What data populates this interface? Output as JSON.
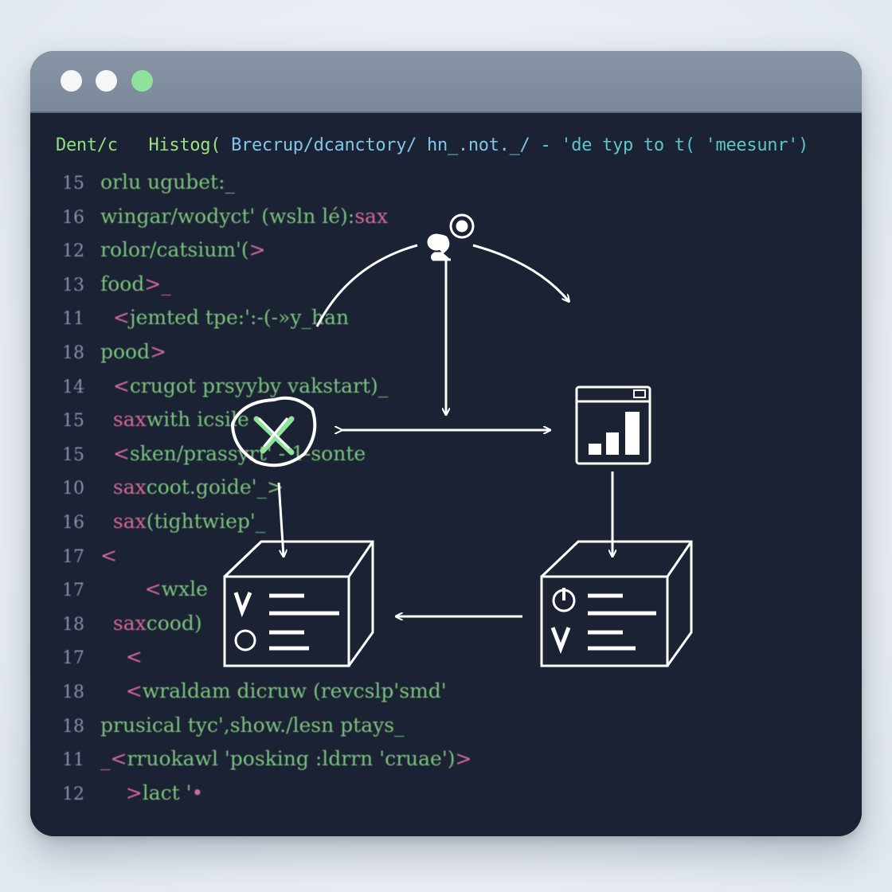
{
  "window": {
    "controls": [
      {
        "name": "close-button",
        "color": "#f4f6f8"
      },
      {
        "name": "minimize-button",
        "color": "#f4f6f8"
      },
      {
        "name": "maximize-button",
        "color": "#8ee29a"
      }
    ]
  },
  "editor": {
    "header": {
      "part1": "Dent/c",
      "part2": "Histog(",
      "part3": "Brecrup/dcanctory/ hn_.not._/ -",
      "part4": "'de typ to t( 'meesunr')"
    },
    "lines": [
      {
        "num": "15",
        "pre": "",
        "text": "orlu ugubet:_",
        "tail": ""
      },
      {
        "num": "16",
        "pre": "",
        "text": "wingar/wodyct' (wsln lé):",
        "tail": "sax"
      },
      {
        "num": "12",
        "pre": "",
        "text": "rolor/catsium'(",
        "tail": ">"
      },
      {
        "num": "13",
        "pre": "",
        "text": "food",
        "tail": ">_"
      },
      {
        "num": "11",
        "pre": "  <",
        "text": "jemted tpe:':-(-»y_han",
        "tail": ""
      },
      {
        "num": "18",
        "pre": "",
        "text": "pood",
        "tail": ">"
      },
      {
        "num": "14",
        "pre": "  <",
        "text": "crugot prsyyby vakstart)_",
        "tail": ""
      },
      {
        "num": "15",
        "pre": "  sax",
        "text": "with icsile",
        "tail": ""
      },
      {
        "num": "15",
        "pre": "  <",
        "text": "sken/prassyrt' - 1-sonte",
        "tail": ""
      },
      {
        "num": "10",
        "pre": "  sax",
        "text": "coot.goide'_>",
        "tail": ""
      },
      {
        "num": "16",
        "pre": "  sax",
        "text": "(tightwiep'_",
        "tail": ""
      },
      {
        "num": "17",
        "pre": "",
        "text": "",
        "tail": "<"
      },
      {
        "num": "17",
        "pre": "       <",
        "text": "wxle",
        "tail": ""
      },
      {
        "num": "18",
        "pre": "  sax",
        "text": "cood)",
        "tail": ""
      },
      {
        "num": "17",
        "pre": "",
        "text": "",
        "tail": "    <"
      },
      {
        "num": "18",
        "pre": "    <",
        "text": "wraldam dicruw (revcslp'smd'",
        "tail": ""
      },
      {
        "num": "18",
        "pre": "",
        "text": "prusical tyc',show./lesn ptays_",
        "tail": ""
      },
      {
        "num": "11",
        "pre": "_<",
        "text": "rruokawl 'posking :ldrrn 'cruae')",
        "tail": ">"
      },
      {
        "num": "12",
        "pre": "    >",
        "text": "lact '",
        "tail": "•"
      }
    ]
  },
  "diagram": {
    "nodes": [
      {
        "id": "user-node",
        "icon": "user-icon"
      },
      {
        "id": "error-node",
        "icon": "x-mark-icon"
      },
      {
        "id": "chart-window-node",
        "icon": "bar-chart-icon"
      },
      {
        "id": "left-server-node",
        "icon": "checklist-icon"
      },
      {
        "id": "right-server-node",
        "icon": "power-checklist-icon"
      }
    ],
    "stroke_color": "#ffffff",
    "accent_color": "#8ee29a"
  }
}
